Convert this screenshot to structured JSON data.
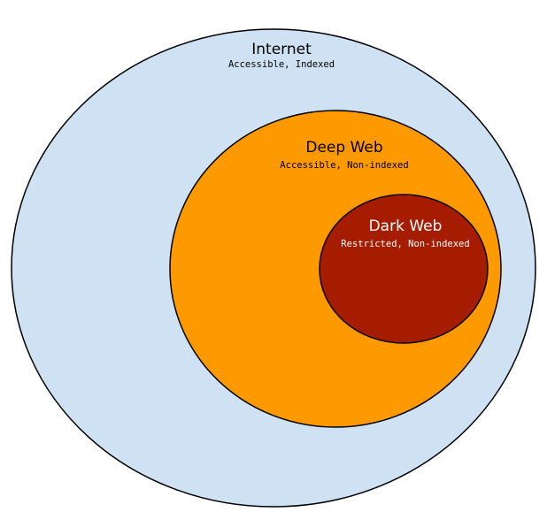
{
  "colors": {
    "internet_fill": "#cfe2f3",
    "deep_web_fill": "#ff9900",
    "dark_web_fill": "#a61c00",
    "outline": "#000000",
    "text_dark": "#000000",
    "text_light": "#ffffff"
  },
  "regions": {
    "internet": {
      "title": "Internet",
      "subtitle": "Accessible, Indexed"
    },
    "deep_web": {
      "title": "Deep Web",
      "subtitle": "Accessible, Non-indexed"
    },
    "dark_web": {
      "title": "Dark Web",
      "subtitle": "Restricted, Non-indexed"
    }
  }
}
